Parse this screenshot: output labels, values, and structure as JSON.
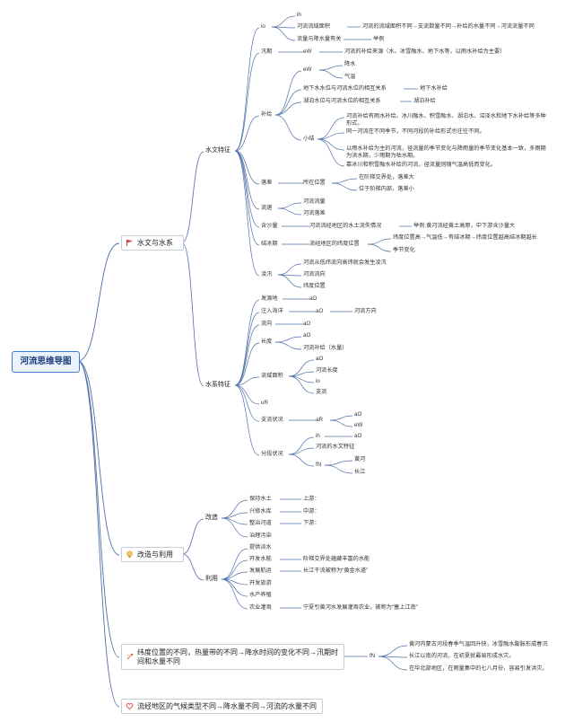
{
  "root": "河流思维导图",
  "l1": {
    "hydrology": "水文与水系",
    "use": "改造与利用",
    "cause": "纬度位置的不同，热量带的不同→降水时间的变化不同→汛期时间和水量不同",
    "climate": "流经地区的气候类型不同→降水量不同→河流的水量不同"
  },
  "l2": {
    "hydro_features": "水文特征",
    "system_features": "水系特征",
    "transform": "改造",
    "utilize": "利用"
  },
  "hydro": {
    "io": "io",
    "io_a": "ih",
    "io_b": "河流流域面积",
    "io_b_desc": "河流的流域面积不同→支流数量不同→补给的水量不同→河流流量不同",
    "io_c": "流量与降水量有关",
    "io_c_desc": "举例",
    "flood": "汛期",
    "flood_ew": "eW",
    "flood_desc": "河流的补给来源（水、冰雪融水、地下水等，以雨水补给为主要）",
    "supply": "补给",
    "supply_ew": "eW",
    "rain": "降水",
    "air": "气温",
    "ground_rel": "地下水水位与河流水位的相互关系",
    "ground_sup": "地下水补给",
    "lake_rel": "湖泊水位与河流水位的相互关系",
    "lake_sup": "湖泊补给",
    "summary": "小结",
    "s1": "河流补给有雨水补给、冰川融水、积雪融水、湖泊水、沼泽水和地下水补给等多种形式。",
    "s2": "同一河流在不同季节，不同河段的补给形式也往往不同。",
    "s3": "以雨水补给为主的河流，径流量的季节变化与降雨量的季节变化基本一致，多雨期为洪水期，少雨期为枯水期。",
    "s4": "靠冰川和积雪融水补给的河流，径流量则随气温高低而变化。",
    "drop": "落差",
    "drop_pos": "所在位置",
    "drop_a": "在阶梯交界处，落差大",
    "drop_b": "位于阶梯内部，落差小",
    "speed": "流速",
    "speed_a": "河流流量",
    "speed_b": "河流落差",
    "sand": "含沙量",
    "sand_a": "河流流经地区的水土流失情况",
    "sand_b": "举例:黄河流经黄土高原，中下游含沙量大",
    "ice": "结冰期",
    "ice_a": "流经地区的纬度位置",
    "ice_b": "纬度位置高→气温低→有结冰期→纬度位置越高结冰期越长",
    "ice_c": "季节变化",
    "flood2": "凌汛",
    "flood2_a": "河流从低纬流向高纬就会发生凌汛",
    "flood2_b": "河流流向",
    "flood2_c": "纬度位置"
  },
  "system": {
    "source": "发源地",
    "source_v": "aO",
    "sea": "注入海洋",
    "sea_v": "aO",
    "sea_dir": "河流方向",
    "flow": "流向",
    "flow_v": "aO",
    "length": "长度",
    "length_v": "aO",
    "length_sup": "河流补给（水量）",
    "area": "流域面积",
    "area_a": "aO",
    "area_b": "河流长度",
    "area_c": "io",
    "area_d": "支流",
    "ur": "uR",
    "tribs": "支流状况",
    "tribs_v": "aR",
    "tribs_a": "aO",
    "tribs_b": "eW",
    "segs": "分段状况",
    "segs_a": "ih",
    "segs_a_v": "aO",
    "segs_b": "河流的水文特征",
    "segs_c": "fN",
    "segs_c1": "黄河",
    "segs_c2": "长江"
  },
  "transform": {
    "items": [
      "保持水土",
      "兴修水库",
      "整治河道",
      "治理污染"
    ],
    "notes": [
      "上游：",
      "中游：",
      "下游："
    ]
  },
  "utilize": {
    "items": [
      "提供淡水",
      "开发水能",
      "发展航运",
      "开发旅游",
      "水产养殖",
      "农业灌溉"
    ],
    "hydro_note": "阶梯交界处蕴藏丰富的水能",
    "ship_note": "长江干流被称为“黄金水道”",
    "farm_note": "宁夏引黄河水发展灌溉农业，被称为“塞上江南”"
  },
  "cause_detail": {
    "fn": "fN",
    "d1": "黄河内蒙古河段春季气温回升快，冰雪融水膨胀形成春汛",
    "d2": "长江以南的河流，在初夏就最易形成水灾。",
    "d3": "在华北部地区，在雨量集中的七八月份，容易引发洪灾。"
  },
  "colors": {
    "link": "#4d6fa8",
    "root_border": "#3a7bd5",
    "flag": "#e23b3b",
    "lightbulb": "#e8b04a",
    "heart": "#e0403f"
  }
}
